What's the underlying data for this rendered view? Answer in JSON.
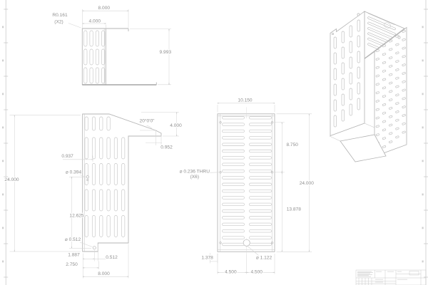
{
  "palette": {
    "background": "#ffffff",
    "outline_line": "#b6b6b6",
    "slot_line": "#c6c6c6",
    "dimension_line": "#d6d6d6",
    "dimension_text": "#8f8f8f",
    "sheet_border": "#c2c2c2"
  },
  "views": {
    "top": {
      "dims": {
        "overall_width": "8.000",
        "slot_zone_width": "4.000",
        "corner_radius": "R0.161",
        "corner_radius_qty": "(X2)",
        "overall_depth": "9.993"
      }
    },
    "front": {
      "dims": {
        "flange_angle": "20°0'0\"",
        "flange_drop": "4.000",
        "flange_offset": "0.952",
        "slot_inset": "0.937",
        "upper_hole_dia": "⌀ 0.394",
        "overall_height": "24.000",
        "hole_spacing": "12.625",
        "lower_hole_dia": "⌀ 0.512",
        "hole_from_edge": "1.887",
        "hole_to_step": "0.512",
        "step_width": "2.750",
        "overall_width": "8.000"
      }
    },
    "back": {
      "dims": {
        "overall_width": "10.150",
        "upper_hole_spacing": "8.750",
        "thru_hole_dia": "⌀ 0.236 THRU",
        "thru_hole_qty": "(X6)",
        "overall_height": "24.000",
        "lower_hole_spacing": "13.878",
        "edge_offset": "1.378",
        "center_hole_dia": "⌀ 1.122",
        "half_width_left": "4.500",
        "half_width_right": "4.500"
      }
    }
  }
}
